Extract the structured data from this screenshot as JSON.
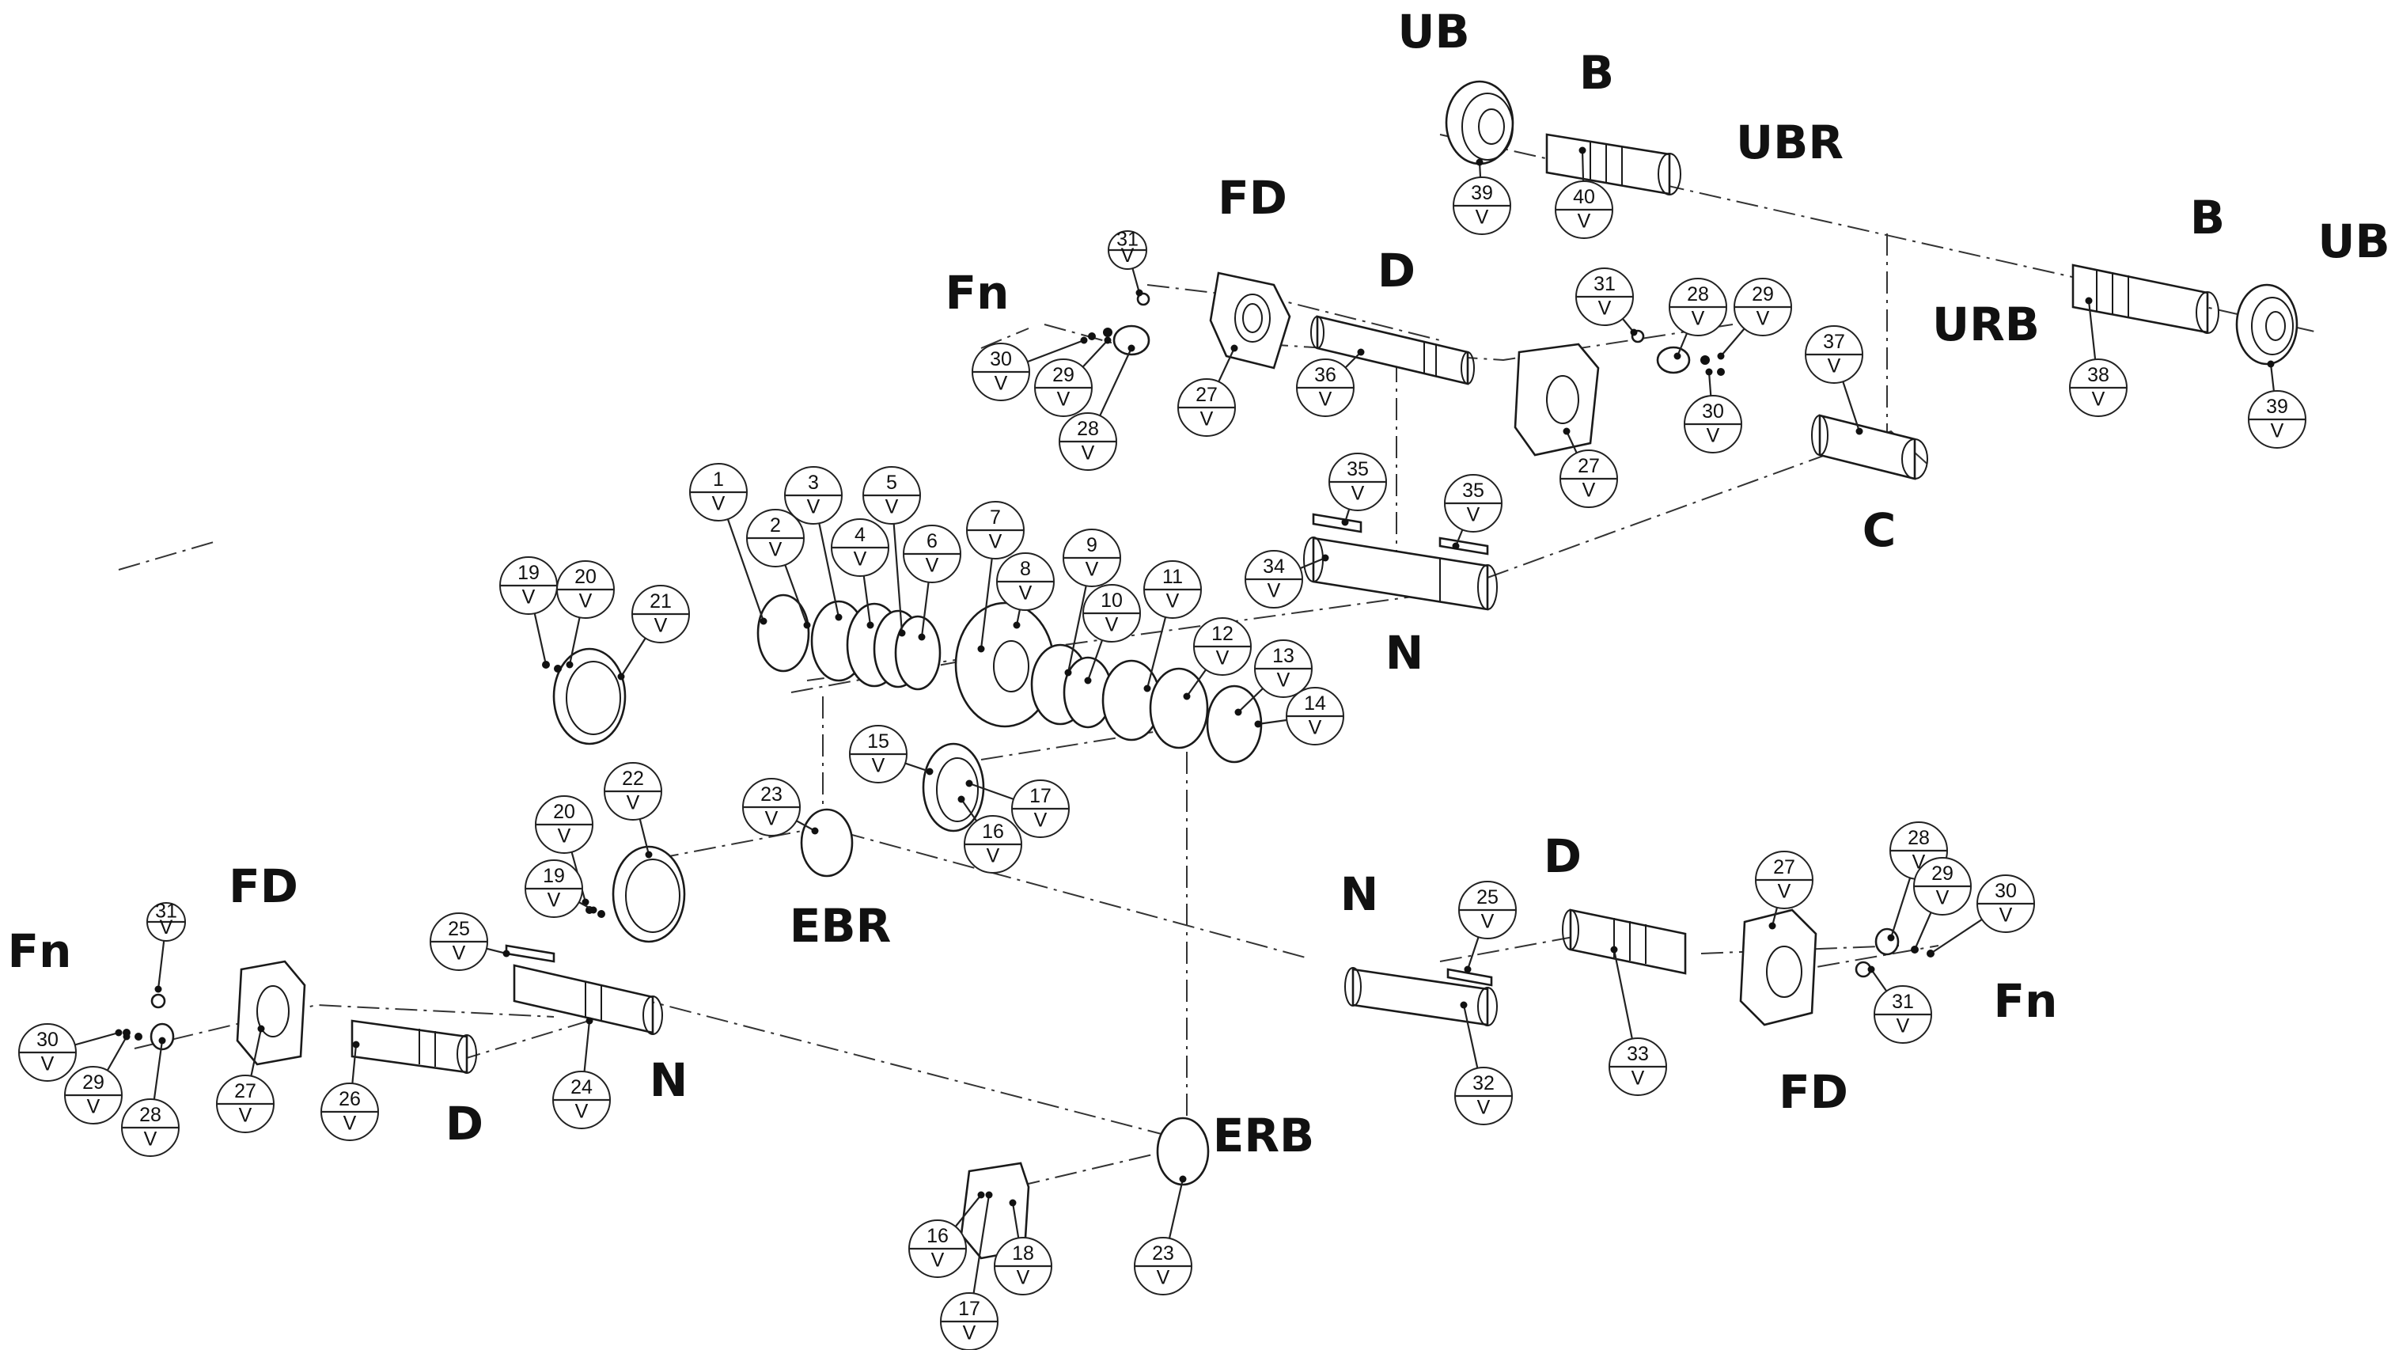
{
  "region_labels": [
    {
      "key": "ub_top",
      "text": "UB"
    },
    {
      "key": "b_top",
      "text": "B"
    },
    {
      "key": "ubr",
      "text": "UBR"
    },
    {
      "key": "b_right",
      "text": "B"
    },
    {
      "key": "ub_right",
      "text": "UB"
    },
    {
      "key": "urb",
      "text": "URB"
    },
    {
      "key": "fd_top",
      "text": "FD"
    },
    {
      "key": "d_top",
      "text": "D"
    },
    {
      "key": "fn_top",
      "text": "Fn"
    },
    {
      "key": "c",
      "text": "C"
    },
    {
      "key": "n_mid",
      "text": "N"
    },
    {
      "key": "ebr",
      "text": "EBR"
    },
    {
      "key": "fd_left",
      "text": "FD"
    },
    {
      "key": "fn_left",
      "text": "Fn"
    },
    {
      "key": "d_left",
      "text": "D"
    },
    {
      "key": "n_left",
      "text": "N"
    },
    {
      "key": "n_right",
      "text": "N"
    },
    {
      "key": "d_right",
      "text": "D"
    },
    {
      "key": "fn_right",
      "text": "Fn"
    },
    {
      "key": "fd_right",
      "text": "FD"
    },
    {
      "key": "erb",
      "text": "ERB"
    }
  ],
  "balloon_sublabel": "V",
  "balloons": [
    {
      "num": "39"
    },
    {
      "num": "40"
    },
    {
      "num": "38"
    },
    {
      "num": "39"
    },
    {
      "num": "37"
    },
    {
      "num": "31"
    },
    {
      "num": "30"
    },
    {
      "num": "29"
    },
    {
      "num": "28"
    },
    {
      "num": "27"
    },
    {
      "num": "36"
    },
    {
      "num": "31"
    },
    {
      "num": "28"
    },
    {
      "num": "29"
    },
    {
      "num": "30"
    },
    {
      "num": "27"
    },
    {
      "num": "35"
    },
    {
      "num": "35"
    },
    {
      "num": "34"
    },
    {
      "num": "1"
    },
    {
      "num": "2"
    },
    {
      "num": "3"
    },
    {
      "num": "4"
    },
    {
      "num": "5"
    },
    {
      "num": "6"
    },
    {
      "num": "7"
    },
    {
      "num": "8"
    },
    {
      "num": "9"
    },
    {
      "num": "10"
    },
    {
      "num": "11"
    },
    {
      "num": "12"
    },
    {
      "num": "13"
    },
    {
      "num": "14"
    },
    {
      "num": "19"
    },
    {
      "num": "20"
    },
    {
      "num": "21"
    },
    {
      "num": "15"
    },
    {
      "num": "17"
    },
    {
      "num": "16"
    },
    {
      "num": "23"
    },
    {
      "num": "22"
    },
    {
      "num": "20"
    },
    {
      "num": "19"
    },
    {
      "num": "31"
    },
    {
      "num": "30"
    },
    {
      "num": "29"
    },
    {
      "num": "28"
    },
    {
      "num": "27"
    },
    {
      "num": "26"
    },
    {
      "num": "25"
    },
    {
      "num": "24"
    },
    {
      "num": "25"
    },
    {
      "num": "32"
    },
    {
      "num": "33"
    },
    {
      "num": "27"
    },
    {
      "num": "28"
    },
    {
      "num": "29"
    },
    {
      "num": "30"
    },
    {
      "num": "31"
    },
    {
      "num": "16"
    },
    {
      "num": "17"
    },
    {
      "num": "18"
    },
    {
      "num": "23"
    }
  ]
}
